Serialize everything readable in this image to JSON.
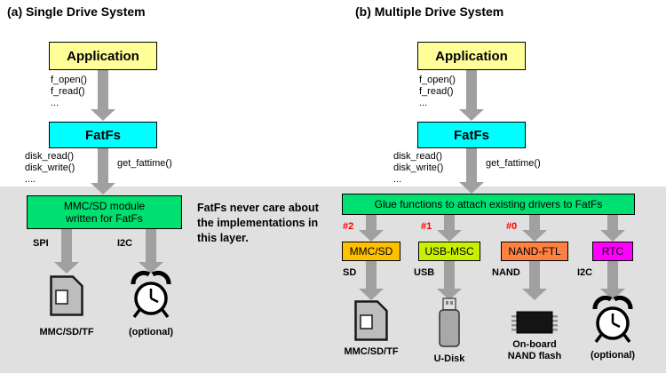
{
  "colors": {
    "app_box": "#FFFF99",
    "fatfs_box": "#00FFFF",
    "green_box": "#00E070",
    "driver_mmcsd": "#FFC000",
    "driver_usbmsc": "#C8F000",
    "driver_nandftl": "#FF8040",
    "driver_rtc": "#FF00FF",
    "arrow": "#A0A0A0",
    "layer_band": "#E0E0E0",
    "slot_number": "#FF0000"
  },
  "single": {
    "title": "(a) Single Drive System",
    "app_label": "Application",
    "api_calls": [
      "f_open()",
      "f_read()",
      "..."
    ],
    "fatfs_label": "FatFs",
    "disk_calls": [
      "disk_read()",
      "disk_write()",
      "...."
    ],
    "get_fattime": "get_fattime()",
    "module_line1": "MMC/SD module",
    "module_line2": "written for FatFs",
    "bus_spi": "SPI",
    "bus_i2c": "I2C",
    "device_card": "MMC/SD/TF",
    "device_optional": "(optional)"
  },
  "note": {
    "line1": "FatFs never care about",
    "line2": "the implementations in",
    "line3": "this layer."
  },
  "multiple": {
    "title": "(b) Multiple Drive System",
    "app_label": "Application",
    "api_calls": [
      "f_open()",
      "f_read()",
      "..."
    ],
    "fatfs_label": "FatFs",
    "disk_calls": [
      "disk_read()",
      "disk_write()",
      "..."
    ],
    "get_fattime": "get_fattime()",
    "glue_label": "Glue functions to attach existing drivers to FatFs",
    "slots": [
      "#2",
      "#1",
      "#0"
    ],
    "drivers": [
      {
        "label": "MMC/SD",
        "bus": "SD"
      },
      {
        "label": "USB-MSC",
        "bus": "USB"
      },
      {
        "label": "NAND-FTL",
        "bus": "NAND"
      },
      {
        "label": "RTC",
        "bus": "I2C"
      }
    ],
    "devices": [
      {
        "label": "MMC/SD/TF"
      },
      {
        "label": "U-Disk"
      },
      {
        "label": "On-board",
        "label2": "NAND flash"
      },
      {
        "label": "(optional)"
      }
    ]
  }
}
